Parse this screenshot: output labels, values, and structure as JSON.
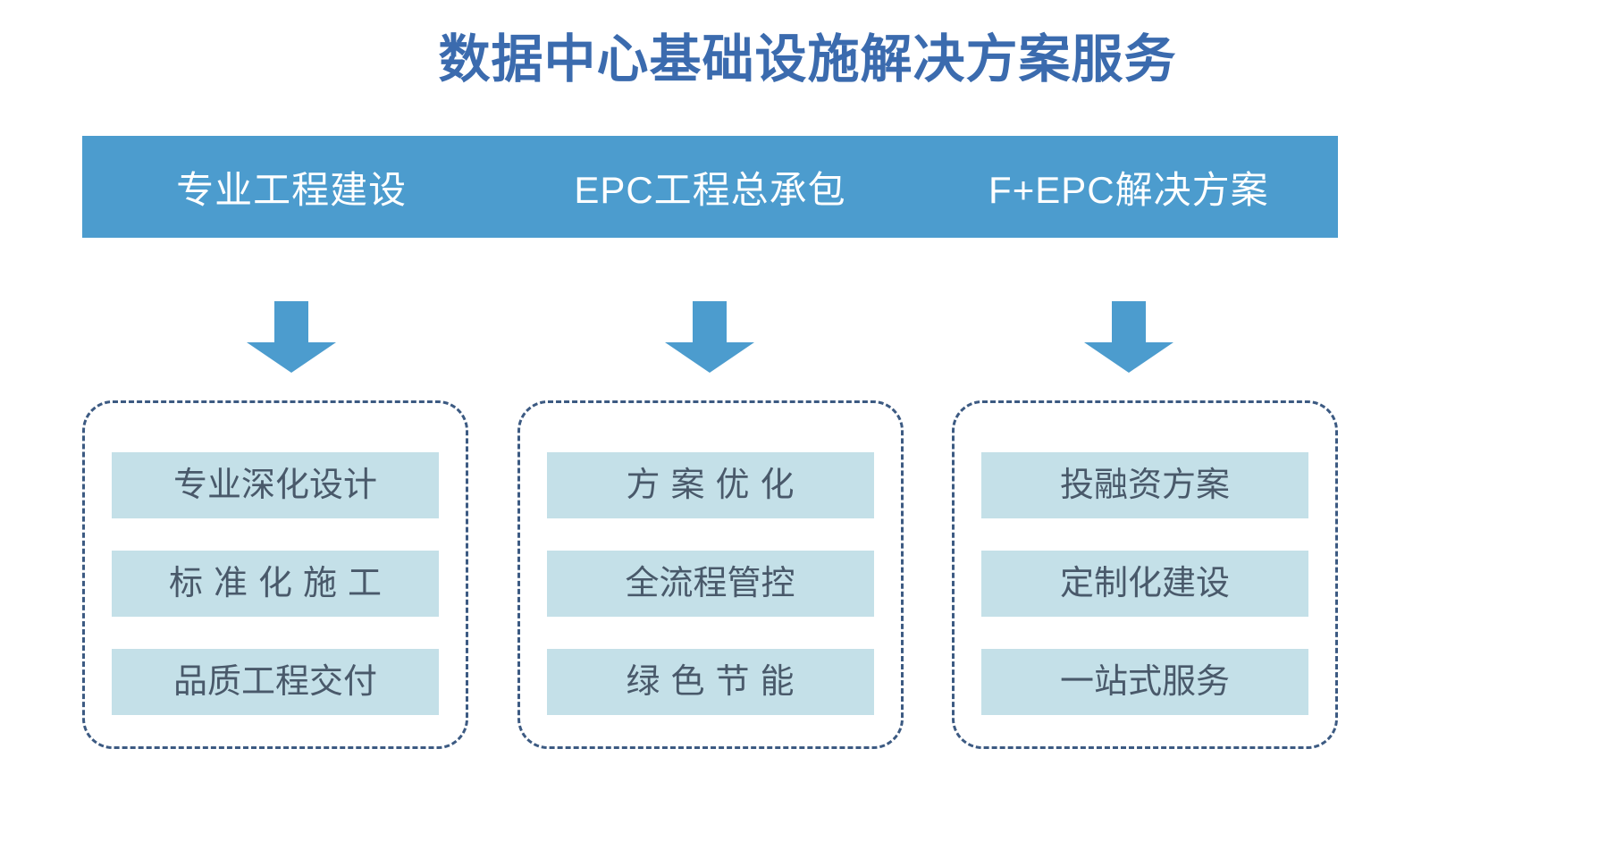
{
  "page": {
    "title": "数据中心基础设施解决方案服务",
    "accent_blue": "#4C9CCE",
    "title_blue": "#3B6BAE",
    "item_bg": "#C4E0E8",
    "item_text": "#49596A",
    "dashed_border": "#3C5A82"
  },
  "columns": [
    {
      "header": "专业工程建设",
      "arrow": "down-arrow-icon",
      "items": [
        {
          "label": "专业深化设计",
          "spaced": false
        },
        {
          "label": "标准化施工",
          "spaced": true
        },
        {
          "label": "品质工程交付",
          "spaced": false
        }
      ]
    },
    {
      "header": "EPC工程总承包",
      "arrow": "down-arrow-icon",
      "items": [
        {
          "label": "方案优化",
          "spaced": true
        },
        {
          "label": "全流程管控",
          "spaced": false
        },
        {
          "label": "绿色节能",
          "spaced": true
        }
      ]
    },
    {
      "header": "F+EPC解决方案",
      "arrow": "down-arrow-icon",
      "items": [
        {
          "label": "投融资方案",
          "spaced": false
        },
        {
          "label": "定制化建设",
          "spaced": false
        },
        {
          "label": "一站式服务",
          "spaced": false
        }
      ]
    }
  ]
}
